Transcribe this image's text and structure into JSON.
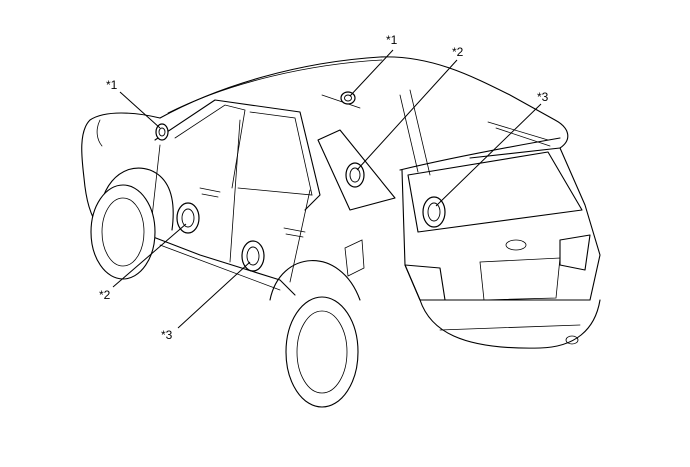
{
  "callouts": {
    "front_tweeter": "*1",
    "rear_tweeter": "*1",
    "front_door_speaker": "*2",
    "rear_quarter_speaker": "*2",
    "rear_door_speaker": "*3",
    "back_door_speaker": "*3"
  }
}
